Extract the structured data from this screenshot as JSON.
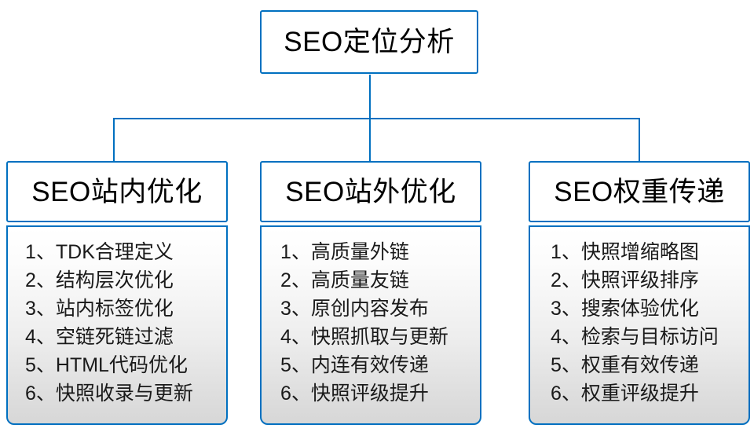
{
  "diagram": {
    "type": "org-chart",
    "title": "SEO定位分析",
    "accent_color": "#0070C0",
    "root": {
      "label": "SEO定位分析"
    },
    "branches": [
      {
        "header": "SEO站内优化",
        "items": [
          "1、TDK合理定义",
          "2、结构层次优化",
          "3、站内标签优化",
          "4、空链死链过滤",
          "5、HTML代码优化",
          "6、快照收录与更新"
        ]
      },
      {
        "header": "SEO站外优化",
        "items": [
          "1、高质量外链",
          "2、高质量友链",
          "3、原创内容发布",
          "4、快照抓取与更新",
          "5、内连有效传递",
          "6、快照评级提升"
        ]
      },
      {
        "header": "SEO权重传递",
        "items": [
          "1、快照增缩略图",
          "2、快照评级排序",
          "3、搜索体验优化",
          "4、检索与目标访问",
          "5、权重有效传递",
          "6、权重评级提升"
        ]
      }
    ]
  }
}
